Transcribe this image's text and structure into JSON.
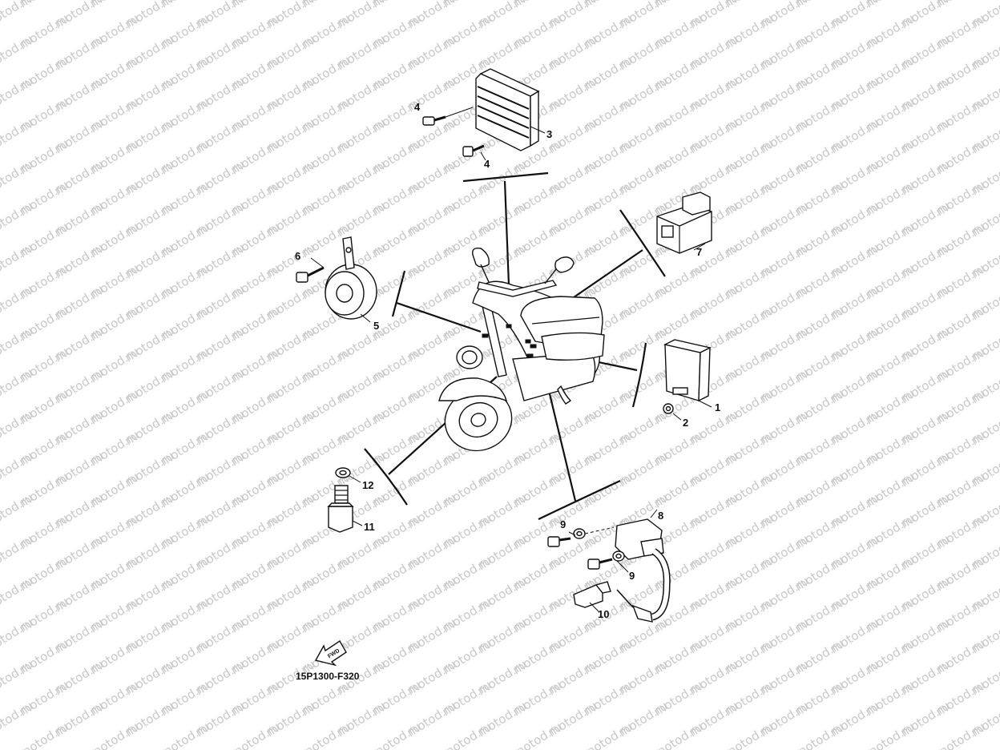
{
  "watermark": {
    "text": "motod.ru",
    "color": "#c9c9c9"
  },
  "diagram_code": "15P1300-F320",
  "fwd_label": "FWD",
  "callouts": [
    {
      "id": "1",
      "label": "1"
    },
    {
      "id": "2",
      "label": "2"
    },
    {
      "id": "3",
      "label": "3"
    },
    {
      "id": "4a",
      "label": "4"
    },
    {
      "id": "4b",
      "label": "4"
    },
    {
      "id": "5",
      "label": "5"
    },
    {
      "id": "6",
      "label": "6"
    },
    {
      "id": "7",
      "label": "7"
    },
    {
      "id": "8",
      "label": "8"
    },
    {
      "id": "9a",
      "label": "9"
    },
    {
      "id": "9b",
      "label": "9"
    },
    {
      "id": "10",
      "label": "10"
    },
    {
      "id": "11",
      "label": "11"
    },
    {
      "id": "12",
      "label": "12"
    }
  ]
}
